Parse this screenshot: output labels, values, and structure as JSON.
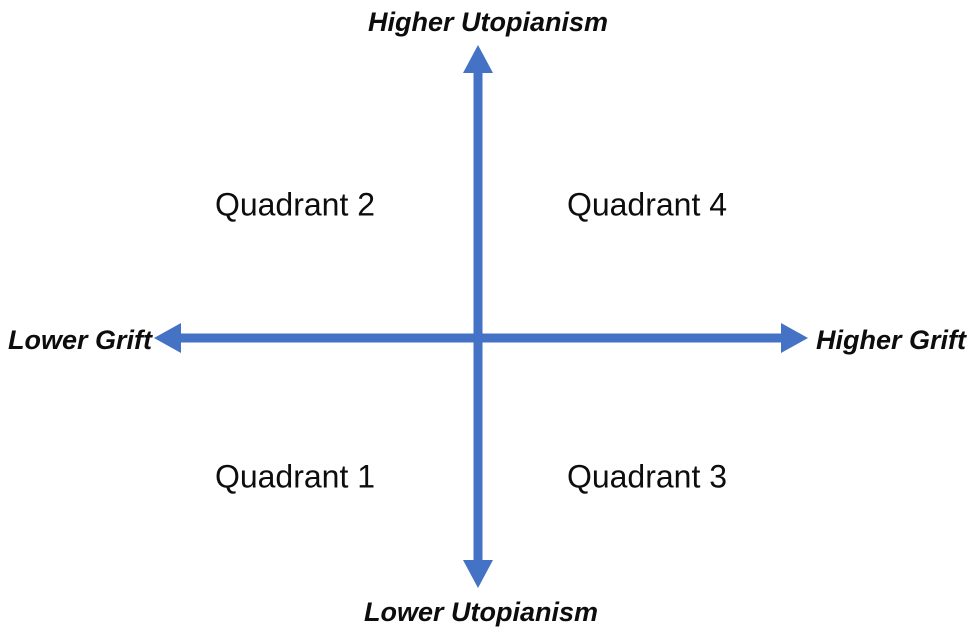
{
  "diagram": {
    "type": "quadrant-chart",
    "axes": {
      "vertical": {
        "top_label": "Higher Utopianism",
        "bottom_label": "Lower Utopianism"
      },
      "horizontal": {
        "left_label": "Lower Grift",
        "right_label": "Higher Grift"
      }
    },
    "quadrants": [
      {
        "label": "Quadrant 2",
        "position": "top-left"
      },
      {
        "label": "Quadrant 4",
        "position": "top-right"
      },
      {
        "label": "Quadrant 1",
        "position": "bottom-left"
      },
      {
        "label": "Quadrant 3",
        "position": "bottom-right"
      }
    ],
    "colors": {
      "arrow": "#4472C4",
      "text": "#0d0d0d",
      "background": "#ffffff"
    }
  }
}
